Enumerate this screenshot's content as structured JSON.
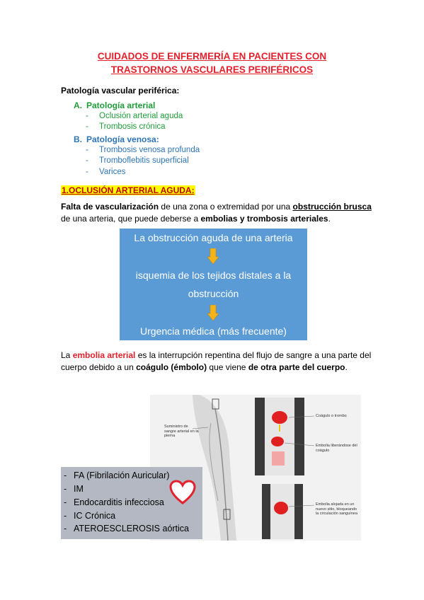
{
  "title_line1": "CUIDADOS DE ENFERMERÍA EN PACIENTES CON",
  "title_line2": "TRASTORNOS VASCULARES PERIFÉRICOS",
  "subheading": "Patología vascular periférica:",
  "sections": [
    {
      "letter": "A.",
      "label": "Patología arterial",
      "items": [
        "Oclusión arterial aguda",
        "Trombosis crónica"
      ]
    },
    {
      "letter": "B.",
      "label": "Patología venosa:",
      "items": [
        "Trombosis venosa profunda",
        "Tromboflebitis superficial",
        "Varices"
      ]
    }
  ],
  "dash": "-",
  "section_heading": "1.OCLUSIÓN ARTERIAL AGUDA:",
  "para1": {
    "p1": "Falta de vascularización",
    "p2": " de una zona o extremidad por una ",
    "p3": "obstrucción brusca",
    "p4": " de una arteria, que puede deberse a ",
    "p5": "embolias y trombosis arteriales",
    "p6": "."
  },
  "flow": {
    "line1": "La obstrucción aguda de una arteria",
    "line2": "isquemia de los tejidos distales a la",
    "line3": "obstrucción",
    "line4": "Urgencia médica (más frecuente)"
  },
  "para2": {
    "p1": "La ",
    "p2": "embolia arterial",
    "p3": " es la interrupción repentina del flujo de sangre a una parte del cuerpo debido a un ",
    "p4": "coágulo (émbolo)",
    "p5": " que viene ",
    "p6": "de otra parte del cuerpo",
    "p7": "."
  },
  "figure_labels": {
    "supply": "Suministro de sangre arterial en la pierna",
    "clot": "Coágulo o trombo",
    "embolus": "Embolia liberándose del coágulo",
    "lodged": "Embolia alojada en un nuevo sitio, bloqueando la circulación sanguínea"
  },
  "causes": [
    "FA (Fibrilación Auricular)",
    "IM",
    "Endocarditis infecciosa",
    "IC Crónica",
    "ATEROESCLEROSIS aórtica"
  ],
  "colors": {
    "title": "#e3212d",
    "arterial": "#1f9d3a",
    "venosa": "#2e74b5",
    "highlight": "#ffff00",
    "flowbox": "#5b9bd5",
    "arrow": "#f5b31a"
  }
}
